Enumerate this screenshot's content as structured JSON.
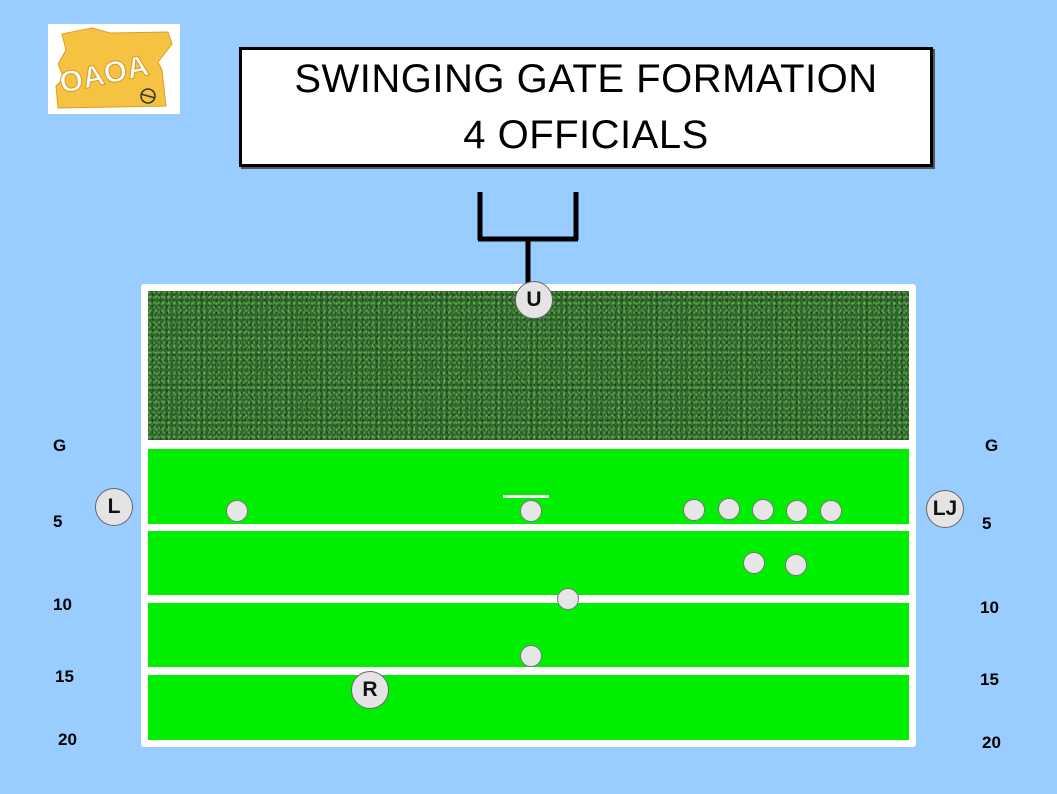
{
  "logo": {
    "text": "OAOA"
  },
  "title": {
    "line1": "SWINGING GATE FORMATION",
    "line2": "4 OFFICIALS"
  },
  "yard_labels": {
    "left": [
      "G",
      "5",
      "10",
      "15",
      "20"
    ],
    "right": [
      "G",
      "5",
      "10",
      "15",
      "20"
    ]
  },
  "officials": [
    {
      "id": "umpire",
      "label": "U"
    },
    {
      "id": "linesman",
      "label": "L"
    },
    {
      "id": "line-judge",
      "label": "LJ"
    },
    {
      "id": "referee",
      "label": "R"
    }
  ],
  "colors": {
    "background": "#99ccff",
    "field_stripe": "#00ee00",
    "endzone": "#2f6a2a",
    "logo_state": "#f5c242",
    "logo_text": "#ffffff"
  },
  "icons": {
    "player": "player-circle-icon",
    "official": "official-circle-icon",
    "goalpost": "goalpost-icon",
    "logo": "oregon-state-logo"
  }
}
